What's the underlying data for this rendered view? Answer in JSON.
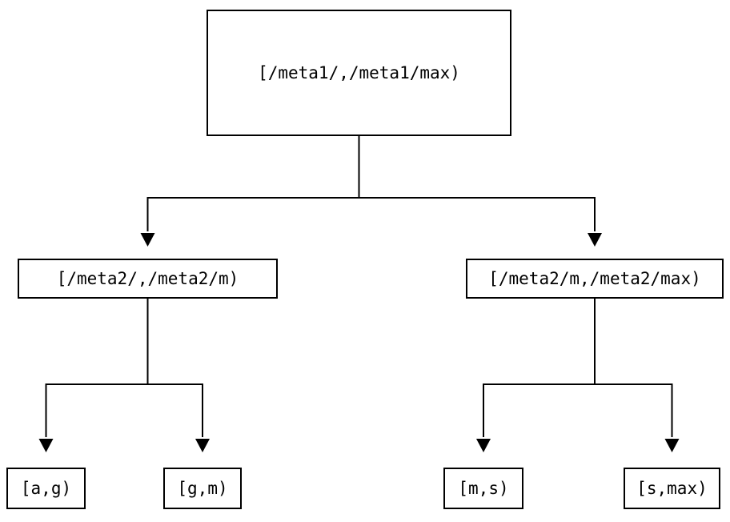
{
  "diagram": {
    "background_color": "#ffffff",
    "stroke_color": "#000000",
    "text_color": "#000000",
    "tree": {
      "label": "[/meta1/,/meta1/max)",
      "children": [
        {
          "label": "[/meta2/,/meta2/m)",
          "children": [
            {
              "label": "[a,g)"
            },
            {
              "label": "[g,m)"
            }
          ]
        },
        {
          "label": "[/meta2/m,/meta2/max)",
          "children": [
            {
              "label": "[m,s)"
            },
            {
              "label": "[s,max)"
            }
          ]
        }
      ]
    }
  }
}
